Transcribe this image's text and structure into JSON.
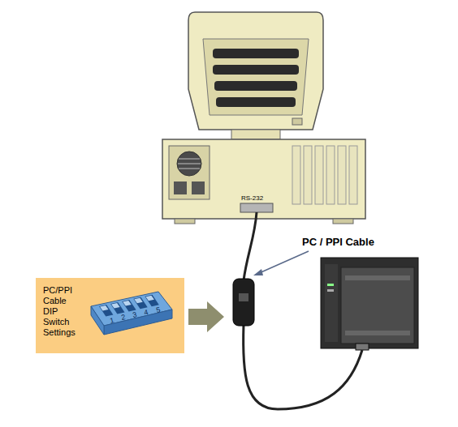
{
  "diagram": {
    "nodes": [
      {
        "text": [
          "PC/PPI Cable DIP Switch Settings"
        ]
      }
    ],
    "labels": [
      "RS-232",
      "PC / PPI Cable",
      "1",
      "2",
      "3",
      "4",
      "5"
    ]
  }
}
